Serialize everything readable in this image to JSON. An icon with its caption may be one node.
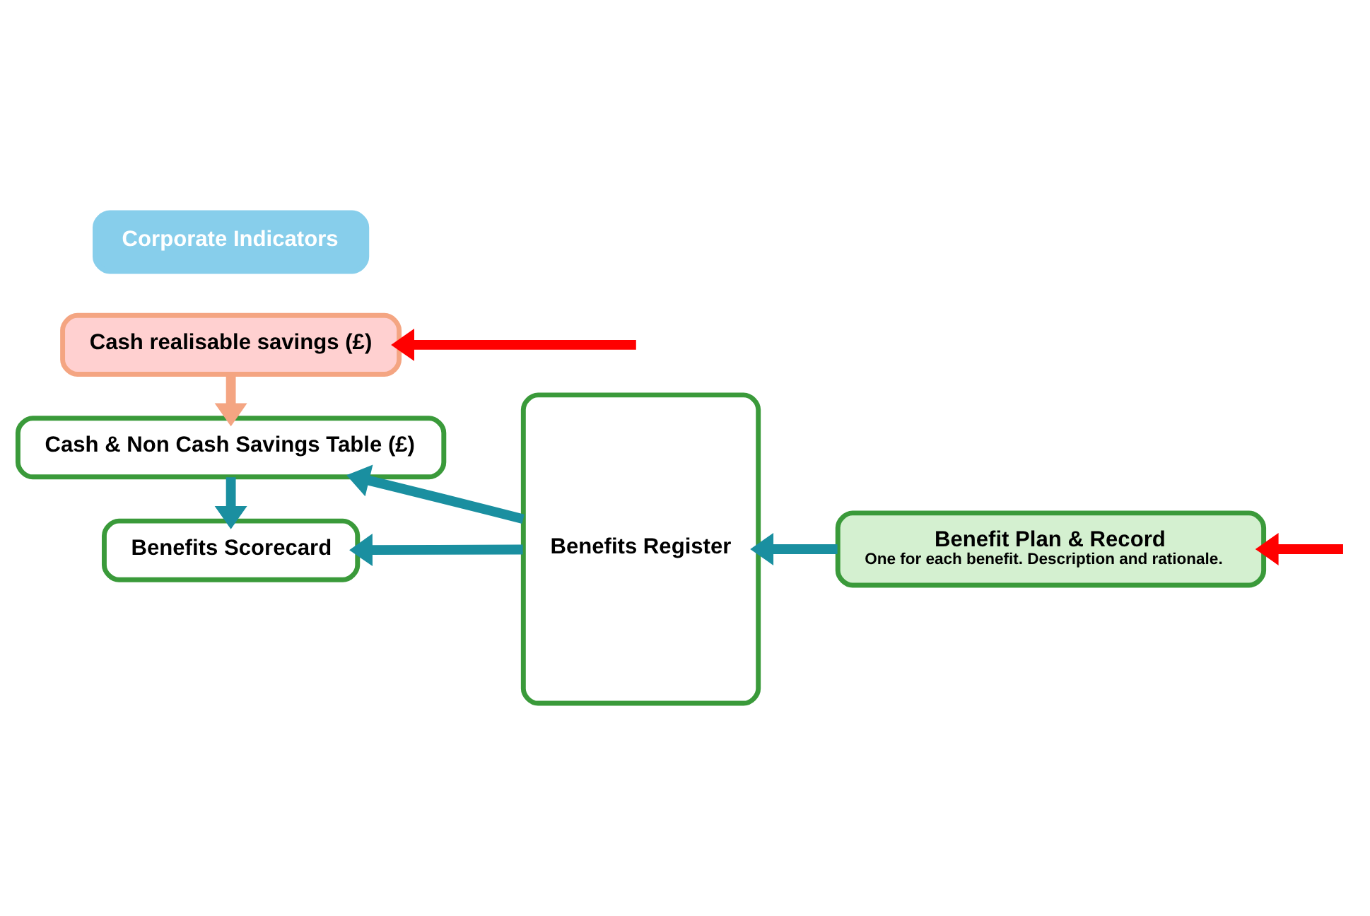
{
  "diagram": {
    "nodes": [
      {
        "text": [
          "Corporate Indicators"
        ]
      },
      {
        "text": [
          "Benefits Scorecard"
        ]
      },
      {
        "text": [
          "Benefits Register"
        ]
      },
      {
        "text": [
          "Benefit Plan & Record",
          "One for each benefit. Description and rationale."
        ]
      },
      {
        "text": [
          "Cash & Non Cash Savings Table (£)"
        ]
      },
      {
        "text": [
          "Cash realisable savings (£)"
        ]
      }
    ],
    "edges": [
      {
        "from": 3,
        "to": 2,
        "arrow": "to"
      },
      {
        "from": 2,
        "to": 1,
        "arrow": "to"
      },
      {
        "from": 2,
        "to": 4,
        "arrow": "to"
      },
      {
        "from": 4,
        "to": 1,
        "arrow": "to"
      },
      {
        "from": 5,
        "to": 4,
        "arrow": "to",
        "color": "#f4a582"
      },
      {
        "from": null,
        "to": 5,
        "arrow": "to",
        "color": "#ff0000"
      },
      {
        "from": null,
        "to": 3,
        "arrow": "to",
        "color": "#ff0000"
      }
    ]
  }
}
